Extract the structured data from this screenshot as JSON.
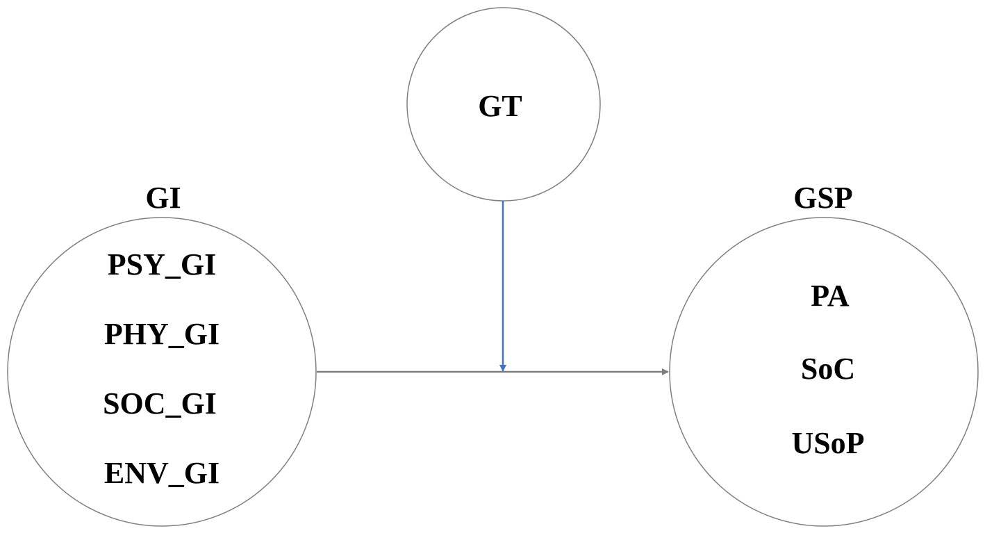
{
  "nodes": {
    "gt": {
      "label": "GT"
    },
    "gi": {
      "title": "GI",
      "items": [
        "PSY_GI",
        "PHY_GI",
        "SOC_GI",
        "ENV_GI"
      ]
    },
    "gsp": {
      "title": "GSP",
      "items": [
        "PA",
        "SoC",
        "USoP"
      ]
    }
  },
  "colors": {
    "main_arrow": "#7f7f7f",
    "moderator_arrow": "#4472c4",
    "circle_stroke": "#7f7f7f"
  }
}
